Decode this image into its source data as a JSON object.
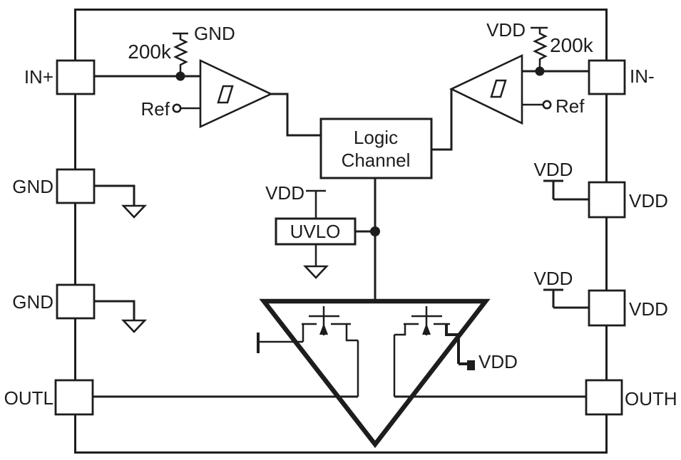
{
  "diagram": {
    "type": "ic-block-diagram",
    "pins": {
      "in_plus": "IN+",
      "in_minus": "IN-",
      "gnd_upper": "GND",
      "gnd_lower": "GND",
      "vdd_upper": "VDD",
      "vdd_lower": "VDD",
      "outl": "OUTL",
      "outh": "OUTH"
    },
    "nets": {
      "gnd": "GND",
      "vdd": "VDD"
    },
    "resistors": {
      "left_value": "200k",
      "right_value": "200k"
    },
    "comparators": {
      "ref_label": "Ref"
    },
    "blocks": {
      "logic_line1": "Logic",
      "logic_line2": "Channel",
      "uvlo": "UVLO"
    },
    "colors": {
      "ink": "#1d1d1d",
      "background": "#ffffff"
    }
  }
}
